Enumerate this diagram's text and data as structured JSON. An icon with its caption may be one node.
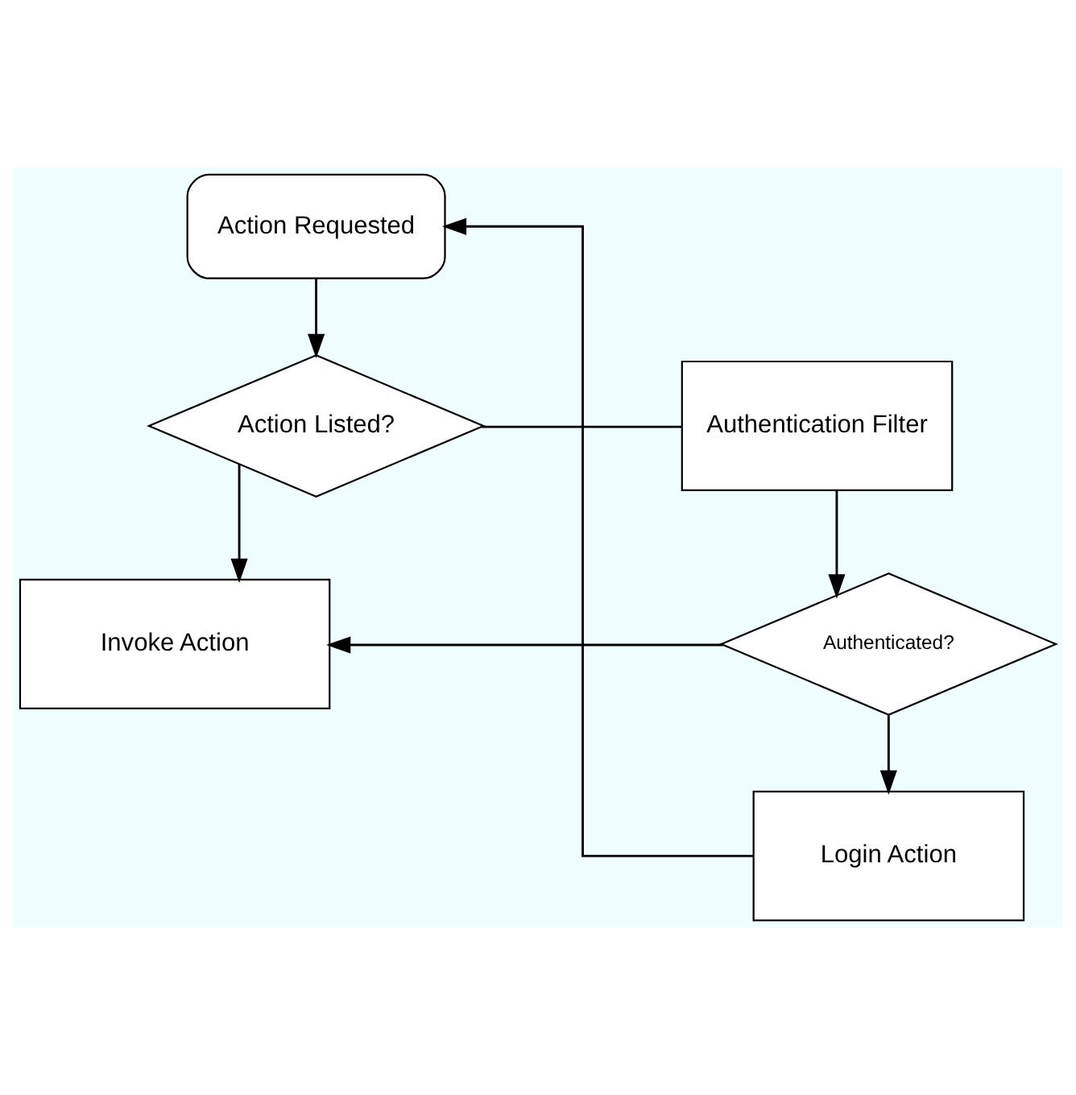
{
  "diagram": {
    "nodes": [
      {
        "text": [
          "Action Requested"
        ]
      },
      {
        "text": [
          "Action Listed?"
        ]
      },
      {
        "text": [
          "Authentication Filter"
        ]
      },
      {
        "text": [
          "Invoke Action"
        ]
      },
      {
        "text": [
          "Authenticated?"
        ]
      },
      {
        "text": [
          "Login Action"
        ]
      }
    ],
    "edges": [
      {
        "from": 0,
        "to": 1,
        "arrow": "to"
      },
      {
        "from": 1,
        "to": 2,
        "arrow": "none"
      },
      {
        "from": 1,
        "to": 3,
        "arrow": "to"
      },
      {
        "from": 2,
        "to": 4,
        "arrow": "to"
      },
      {
        "from": 4,
        "to": 3,
        "arrow": "to"
      },
      {
        "from": 4,
        "to": 5,
        "arrow": "to"
      },
      {
        "from": 5,
        "to": 0,
        "arrow": "to"
      }
    ]
  }
}
